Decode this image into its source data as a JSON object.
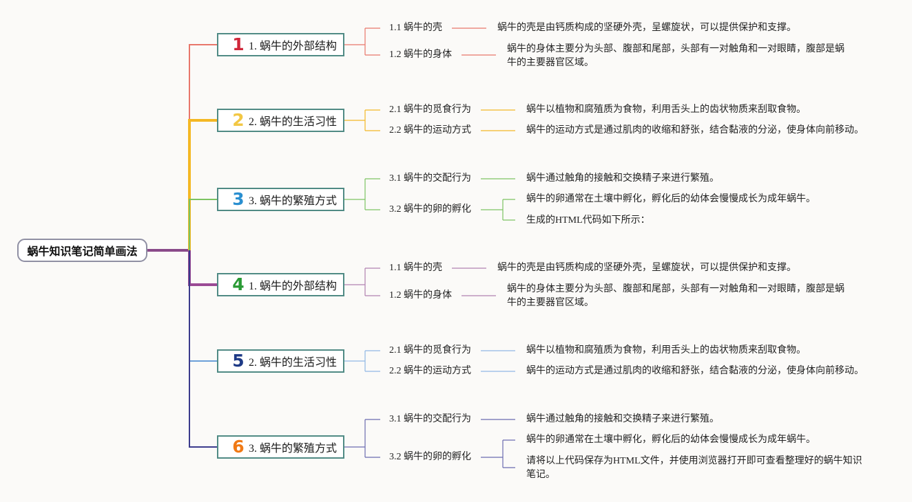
{
  "root": {
    "label": "蜗牛知识笔记简单画法"
  },
  "branches": [
    {
      "num": "1",
      "label": "1. 蜗牛的外部结构",
      "color": "#e8766a",
      "num_color": "#d0273a",
      "leaves": [
        {
          "label": "1.1 蜗牛的壳",
          "details": [
            "蜗牛的壳是由钙质构成的坚硬外壳，呈螺旋状，可以提供保护和支撑。"
          ]
        },
        {
          "label": "1.2 蜗牛的身体",
          "details": [
            "蜗牛的身体主要分为头部、腹部和尾部，头部有一对触角和一对眼睛，腹部是蜗牛的主要器官区域。"
          ]
        }
      ]
    },
    {
      "num": "2",
      "label": "2. 蜗牛的生活习性",
      "color": "#f4b824",
      "num_color": "#f2c744",
      "leaves": [
        {
          "label": "2.1 蜗牛的觅食行为",
          "details": [
            "蜗牛以植物和腐殖质为食物，利用舌头上的齿状物质来刮取食物。"
          ]
        },
        {
          "label": "2.2 蜗牛的运动方式",
          "details": [
            "蜗牛的运动方式是通过肌肉的收缩和舒张，结合黏液的分泌，使身体向前移动。"
          ]
        }
      ]
    },
    {
      "num": "3",
      "label": "3. 蜗牛的繁殖方式",
      "color": "#7cc361",
      "num_color": "#2a8fd0",
      "leaves": [
        {
          "label": "3.1 蜗牛的交配行为",
          "details": [
            "蜗牛通过触角的接触和交换精子来进行繁殖。"
          ]
        },
        {
          "label": "3.2 蜗牛的卵的孵化",
          "details": [
            "蜗牛的卵通常在土壤中孵化，孵化后的幼体会慢慢成长为成年蜗牛。",
            "生成的HTML代码如下所示："
          ]
        }
      ]
    },
    {
      "num": "4",
      "label": "1. 蜗牛的外部结构",
      "color": "#9a4a94",
      "num_color": "#2a9a35",
      "leaves": [
        {
          "label": "1.1 蜗牛的壳",
          "details": [
            "蜗牛的壳是由钙质构成的坚硬外壳，呈螺旋状，可以提供保护和支撑。"
          ]
        },
        {
          "label": "1.2 蜗牛的身体",
          "details": [
            "蜗牛的身体主要分为头部、腹部和尾部，头部有一对触角和一对眼睛，腹部是蜗牛的主要器官区域。"
          ]
        }
      ]
    },
    {
      "num": "5",
      "label": "2. 蜗牛的生活习性",
      "color": "#6a9fd8",
      "num_color": "#1e3a86",
      "leaves": [
        {
          "label": "2.1 蜗牛的觅食行为",
          "details": [
            "蜗牛以植物和腐殖质为食物，利用舌头上的齿状物质来刮取食物。"
          ]
        },
        {
          "label": "2.2 蜗牛的运动方式",
          "details": [
            "蜗牛的运动方式是通过肌肉的收缩和舒张，结合黏液的分泌，使身体向前移动。"
          ]
        }
      ]
    },
    {
      "num": "6",
      "label": "3. 蜗牛的繁殖方式",
      "color": "#3a3a8c",
      "num_color": "#f07a16",
      "leaves": [
        {
          "label": "3.1 蜗牛的交配行为",
          "details": [
            "蜗牛通过触角的接触和交换精子来进行繁殖。"
          ]
        },
        {
          "label": "3.2 蜗牛的卵的孵化",
          "details": [
            "蜗牛的卵通常在土壤中孵化，孵化后的幼体会慢慢成长为成年蜗牛。",
            "请将以上代码保存为HTML文件，并使用浏览器打开即可查看整理好的蜗牛知识笔记。"
          ]
        }
      ]
    }
  ]
}
